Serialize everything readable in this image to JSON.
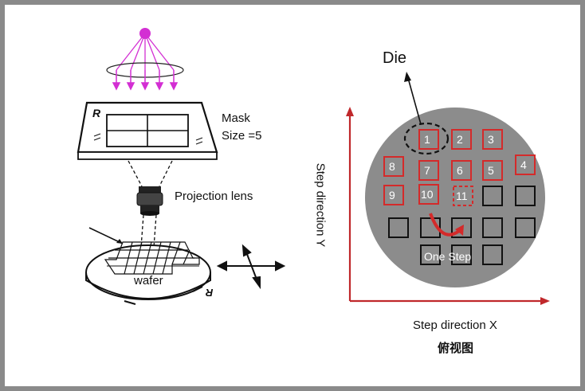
{
  "left_panel": {
    "mask_label": "Mask",
    "mask_size": "Size =5",
    "lens_label": "Projection lens",
    "wafer_label": "wafer",
    "reticle_mark": "R"
  },
  "right_panel": {
    "die_label": "Die",
    "y_axis_label": "Step direction Y",
    "x_axis_label": "Step direction X",
    "step_label": "One Step",
    "caption": "俯视图",
    "dies": [
      "1",
      "2",
      "3",
      "4",
      "5",
      "6",
      "7",
      "8",
      "9",
      "10",
      "11"
    ],
    "colors": {
      "die_outline": "#d42a2a",
      "axis": "#c0282b",
      "wafer_fill": "#8c8c8c",
      "light": "#d32fd3"
    }
  }
}
